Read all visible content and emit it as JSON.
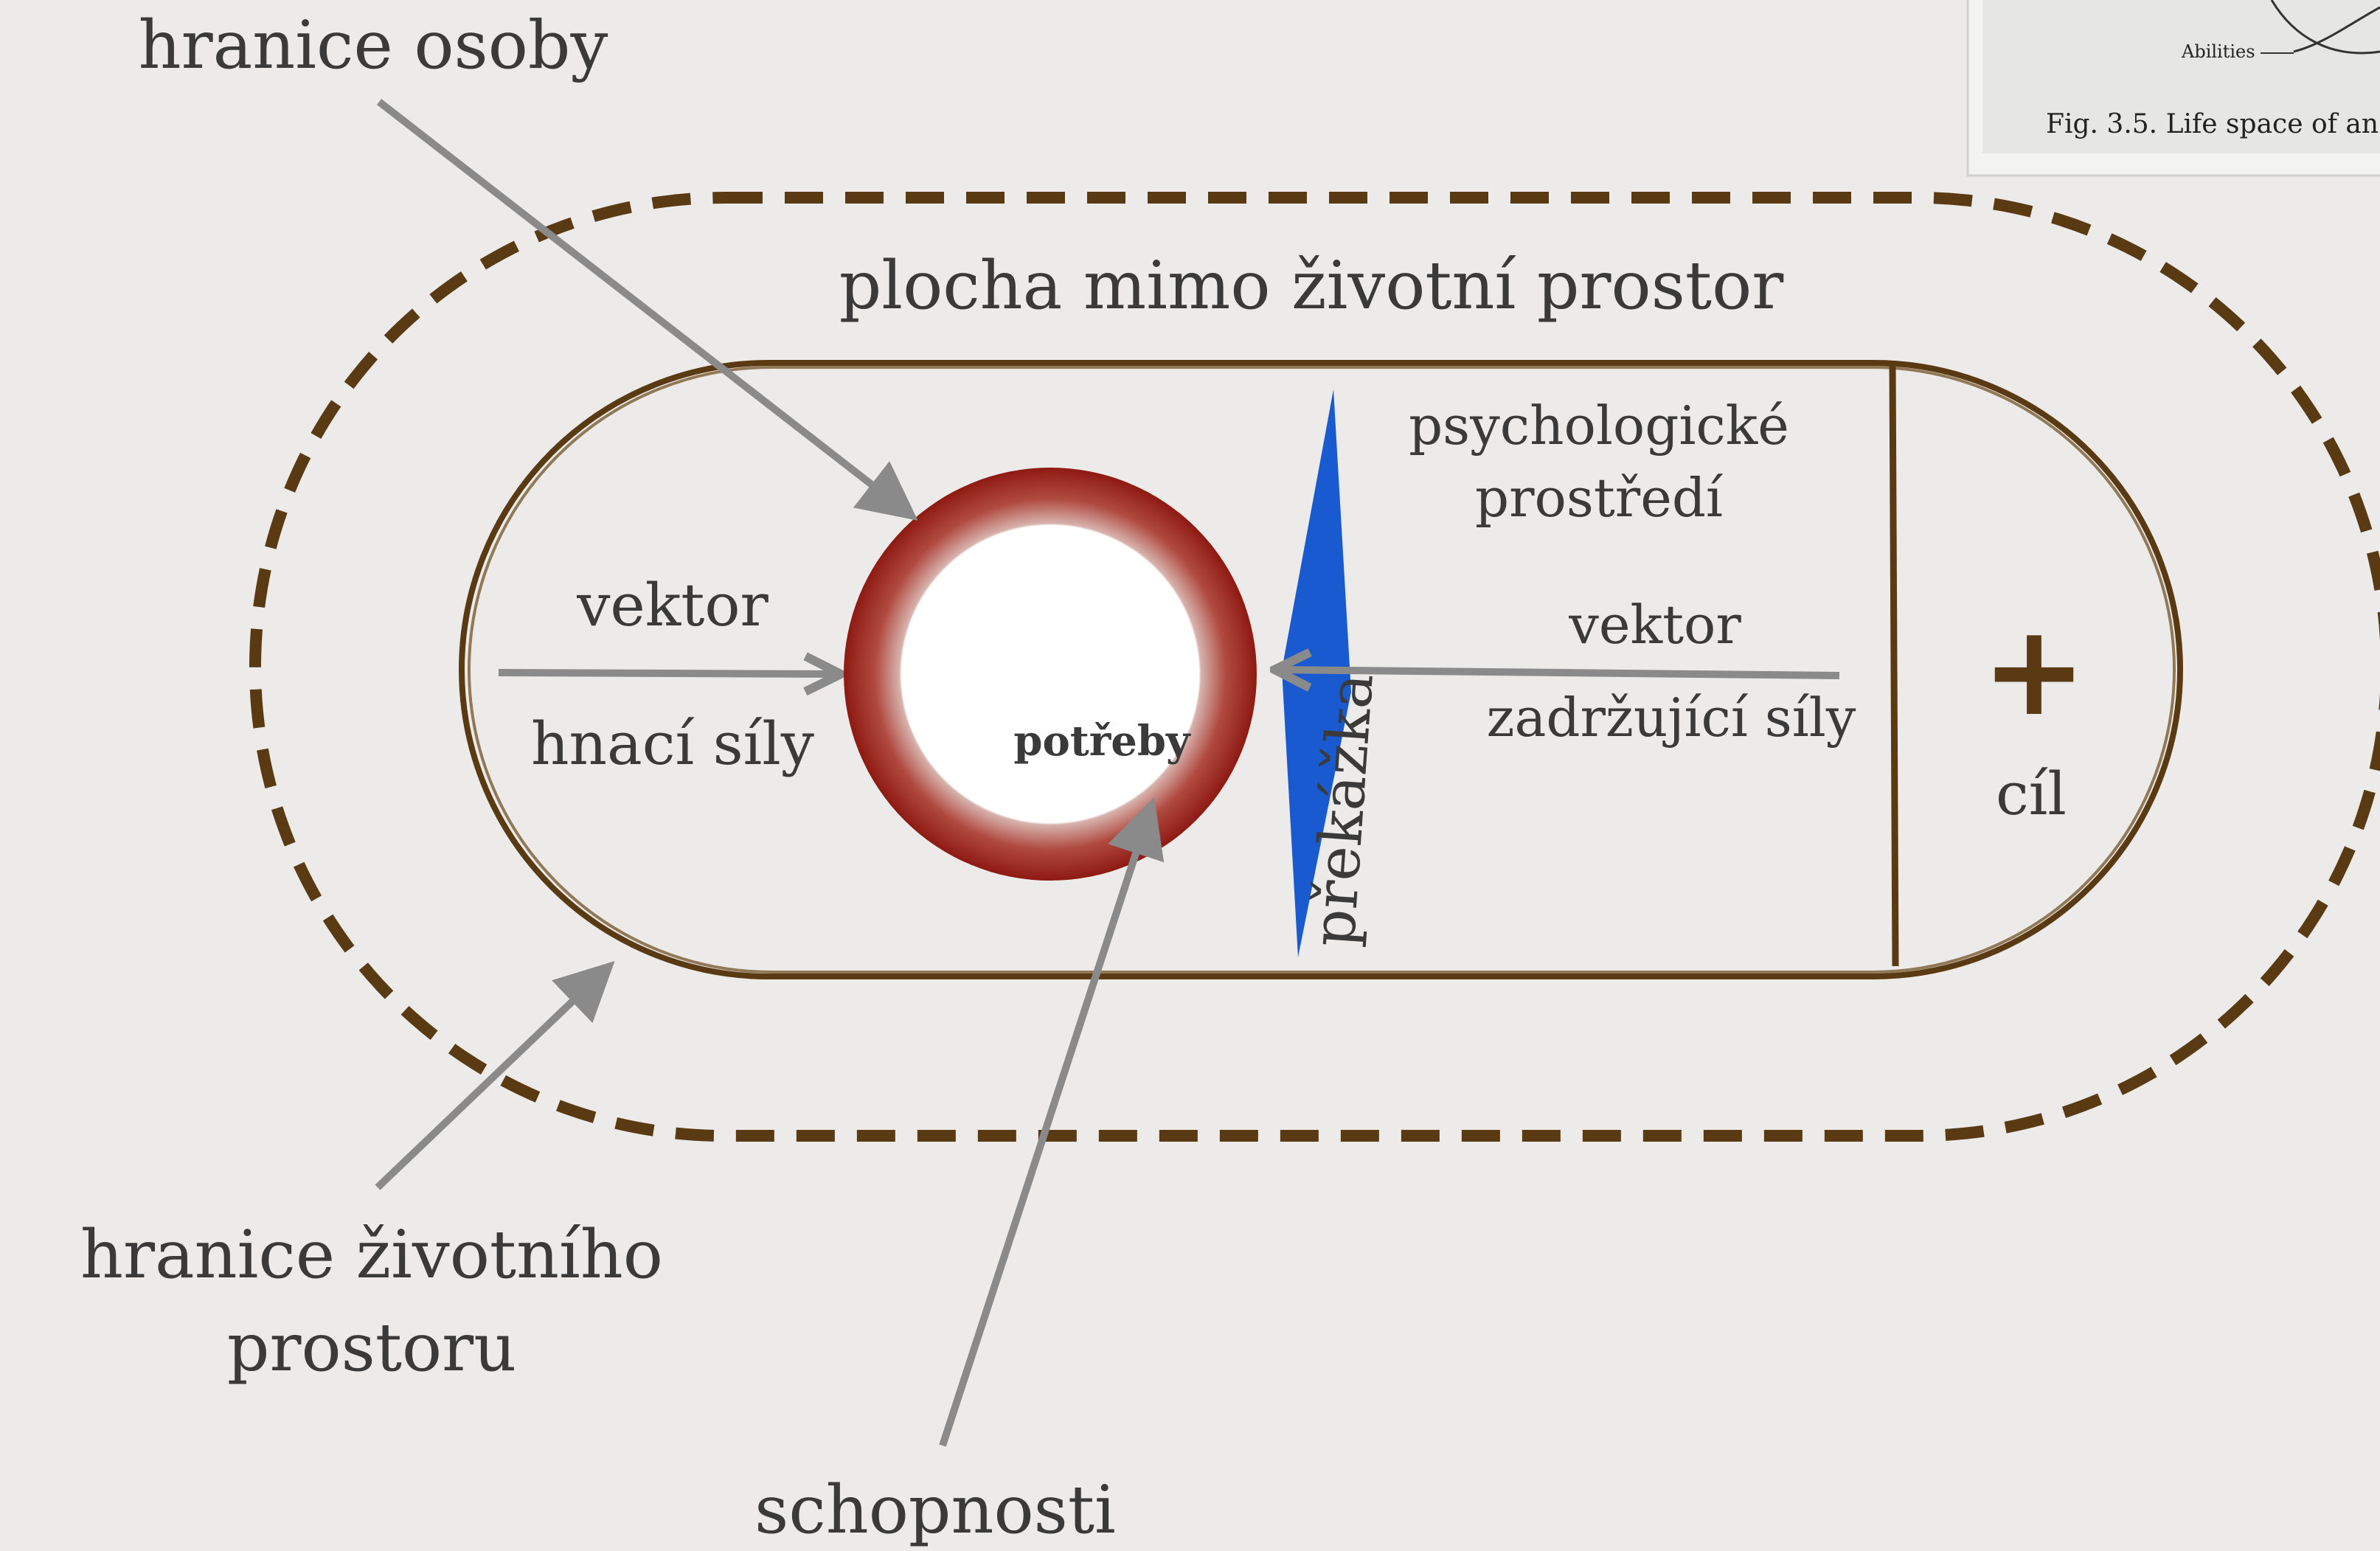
{
  "labels": {
    "person_boundary": "hranice osoby",
    "outside_area": "plocha mimo životní prostor",
    "psych_env_line1": "psychologické",
    "psych_env_line2": "prostředí",
    "vector_left": "vektor",
    "driving_forces": "hnací síly",
    "needs": "potřeby",
    "obstacle": "překážka",
    "vector_right": "vektor",
    "restraining_forces": "zadržující síly",
    "goal_sign": "+",
    "goal": "cíl",
    "lifespace_boundary_line1": "hranice životního",
    "lifespace_boundary_line2": "prostoru",
    "abilities": "schopnosti"
  },
  "inset": {
    "label": "Abilities",
    "caption": "Fig. 3.5. Life space of an"
  },
  "colors": {
    "background": "#ecebea",
    "outer_dashed": "#5a3a12",
    "inner_boundary": "#5a3a12",
    "person_ring": "#9a1c14",
    "obstacle": "#1a5ad0",
    "arrow": "#8a8a8a",
    "text": "#3a3a3a"
  }
}
